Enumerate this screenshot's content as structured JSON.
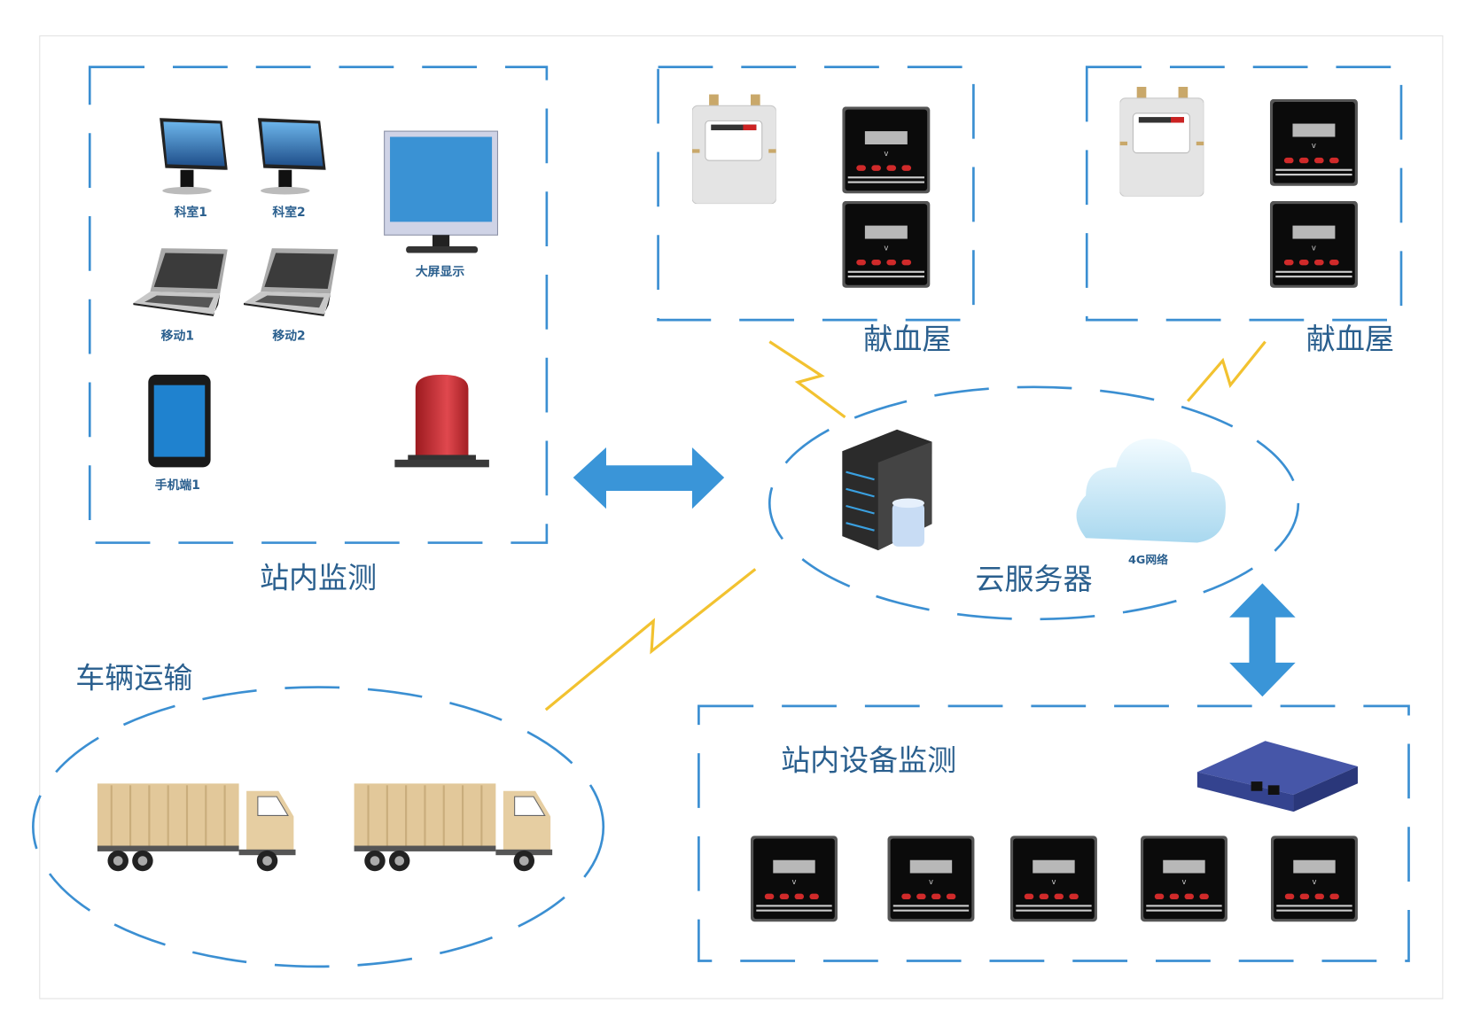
{
  "colors": {
    "dash": "#3b8fd2",
    "label": "#2a5f8e",
    "arrow": "#3a95d8",
    "lightning": "#f2c230"
  },
  "station": {
    "title": "站内监测",
    "devices": {
      "pc1": "科室1",
      "pc2": "科室2",
      "big_screen": "大屏显示",
      "laptop1": "移动1",
      "laptop2": "移动2",
      "phone1": "手机端1"
    }
  },
  "blood_house_1": {
    "title": "献血屋"
  },
  "blood_house_2": {
    "title": "献血屋"
  },
  "cloud": {
    "title": "云服务器",
    "network": "4G网络"
  },
  "vehicles": {
    "title": "车辆运输"
  },
  "equipment": {
    "title": "站内设备监测"
  }
}
